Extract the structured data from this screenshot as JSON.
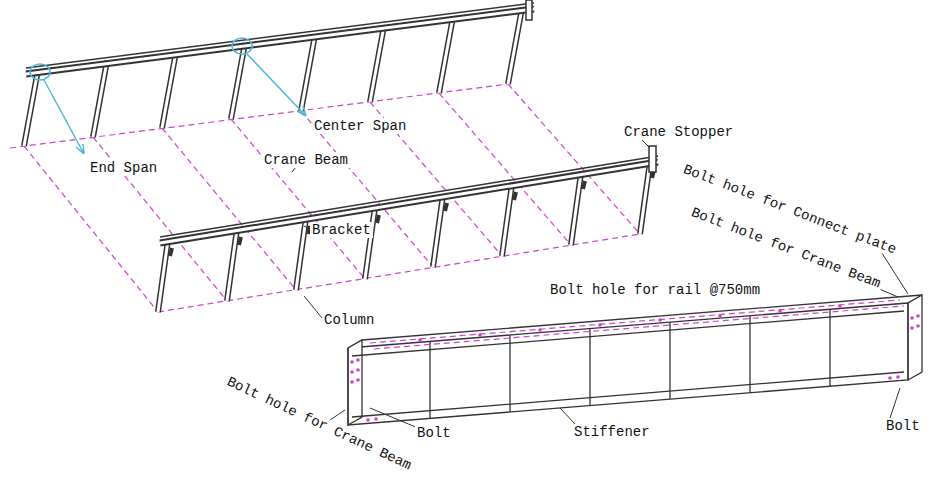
{
  "diagram": {
    "labels": [
      "End Span",
      "Center Span",
      "Crane Stopper",
      "Crane Beam",
      "Bolt hole for Connect plate",
      "Bolt hole for Crane Beam",
      "Bracket",
      "Column",
      "Bolt hole for rail @750mm",
      "Bolt hole for Crane Beam",
      "Bolt",
      "Stiffener",
      "Bolt"
    ]
  }
}
